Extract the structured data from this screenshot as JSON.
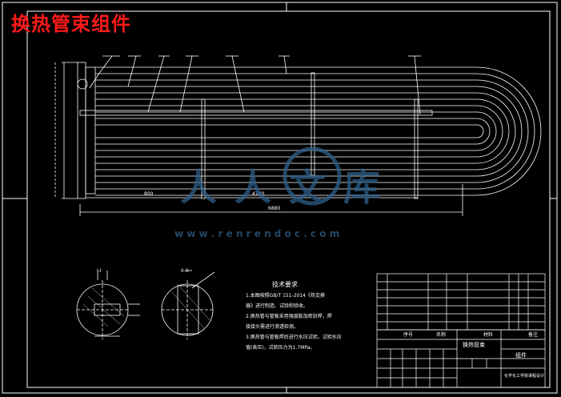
{
  "title": "换热管束组件",
  "watermark": {
    "brand": "人人文库",
    "url": "w w w . r e n r e n d o c . c o m"
  },
  "main_view": {
    "dim_total": "6880",
    "dim_left": "800",
    "dim_right": "4100"
  },
  "section_views": {
    "left_label": "I-I",
    "right_label": "II-II"
  },
  "tech_requirements": {
    "heading": "技术要求",
    "lines": [
      "1.本图按照GB/T 151-2014《热交换",
      "器》进行制造、试验和验收。",
      "2.换热管与管板采用强度胀加密封焊，焊",
      "接接头需进行渗透检测。",
      "3.换热管与管板焊后进行水压试验，试验水压",
      "值(表压)，试验压力为1.7MPa。"
    ]
  },
  "title_block": {
    "header_cols": [
      "序号",
      "名称",
      "材料",
      "备注"
    ],
    "assembly_name": "换热管束",
    "part_label": "组件",
    "company": "化学化工学院课程设计"
  },
  "colors": {
    "background": "#000000",
    "lines": "#ffffff",
    "title": "#ff1a1a",
    "watermark": "#2f5f8a"
  }
}
